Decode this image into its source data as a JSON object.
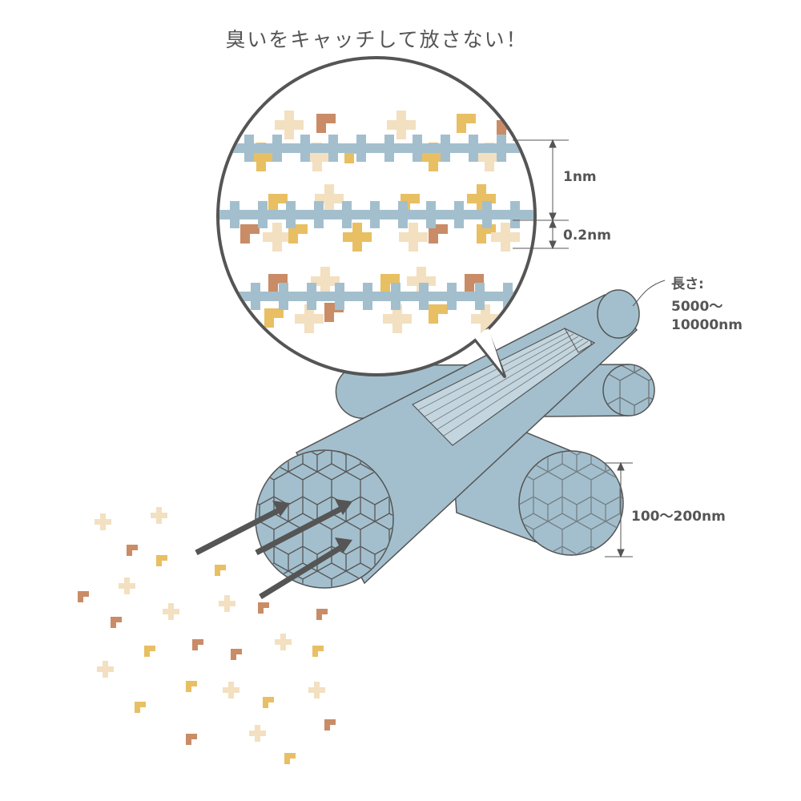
{
  "title": "臭いをキャッチして放さない！",
  "labels": {
    "spacing_1": "1nm",
    "spacing_2": "0.2nm",
    "length_title": "長さ:",
    "length_range": "5000〜",
    "length_unit": "10000nm",
    "diameter": "100〜200nm"
  },
  "colors": {
    "fiber": "#a3bfcd",
    "outline": "#555555",
    "molecule_light": "#f3e0c0",
    "molecule_yellow": "#e8bf63",
    "molecule_brown": "#c98c66"
  }
}
